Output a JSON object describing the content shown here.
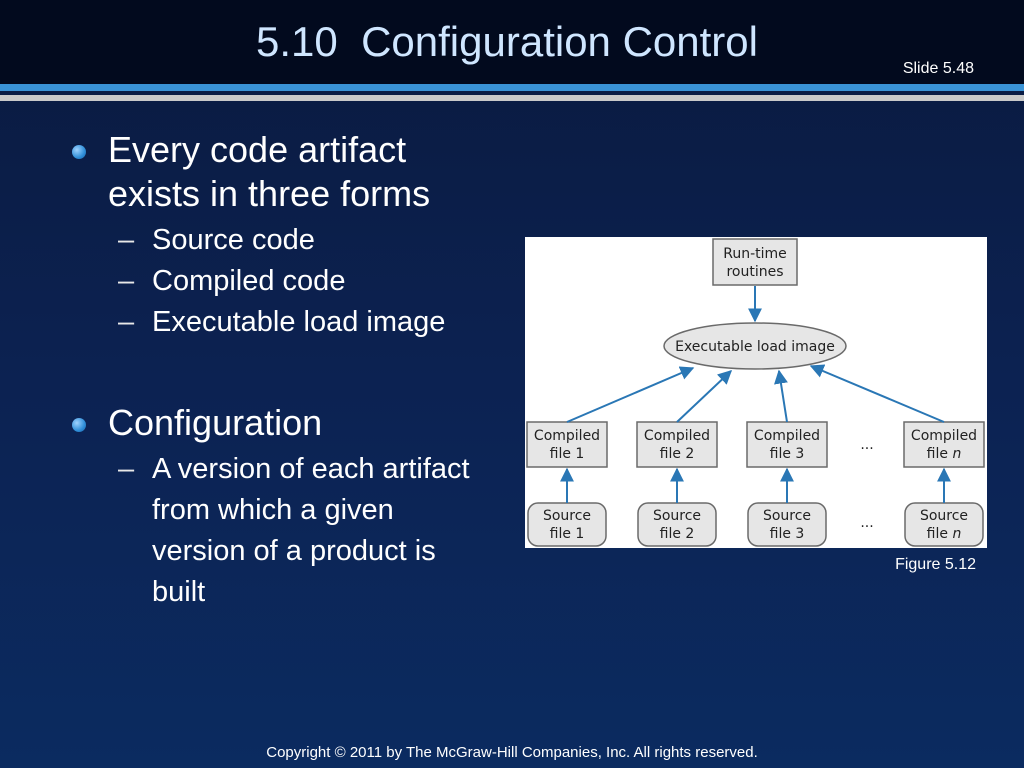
{
  "slide": {
    "title": "5.10  Configuration Control",
    "number": "Slide 5.48",
    "footer": "Copyright © 2011 by The McGraw-Hill Companies, Inc.  All rights reserved.",
    "figure_caption": "Figure 5.12"
  },
  "bullets": [
    {
      "text": "Every code artifact exists in three forms",
      "subs": [
        "Source code",
        "Compiled code",
        "Executable load image"
      ]
    },
    {
      "text": "Configuration",
      "subs": [
        "A version of each artifact from which a given version of a product is built"
      ]
    }
  ],
  "diagram": {
    "runtime": [
      "Run-time",
      "routines"
    ],
    "load_image": "Executable load image",
    "compiled": [
      [
        "Compiled",
        "file 1"
      ],
      [
        "Compiled",
        "file 2"
      ],
      [
        "Compiled",
        "file 3"
      ],
      [
        "Compiled",
        "file n"
      ]
    ],
    "source": [
      [
        "Source",
        "file 1"
      ],
      [
        "Source",
        "file 2"
      ],
      [
        "Source",
        "file 3"
      ],
      [
        "Source",
        "file n"
      ]
    ],
    "ellipsis": "...",
    "colors": {
      "arrow": "#2a77b5",
      "box_fill": "#e6e6e6",
      "box_stroke": "#6a6a6a"
    }
  }
}
